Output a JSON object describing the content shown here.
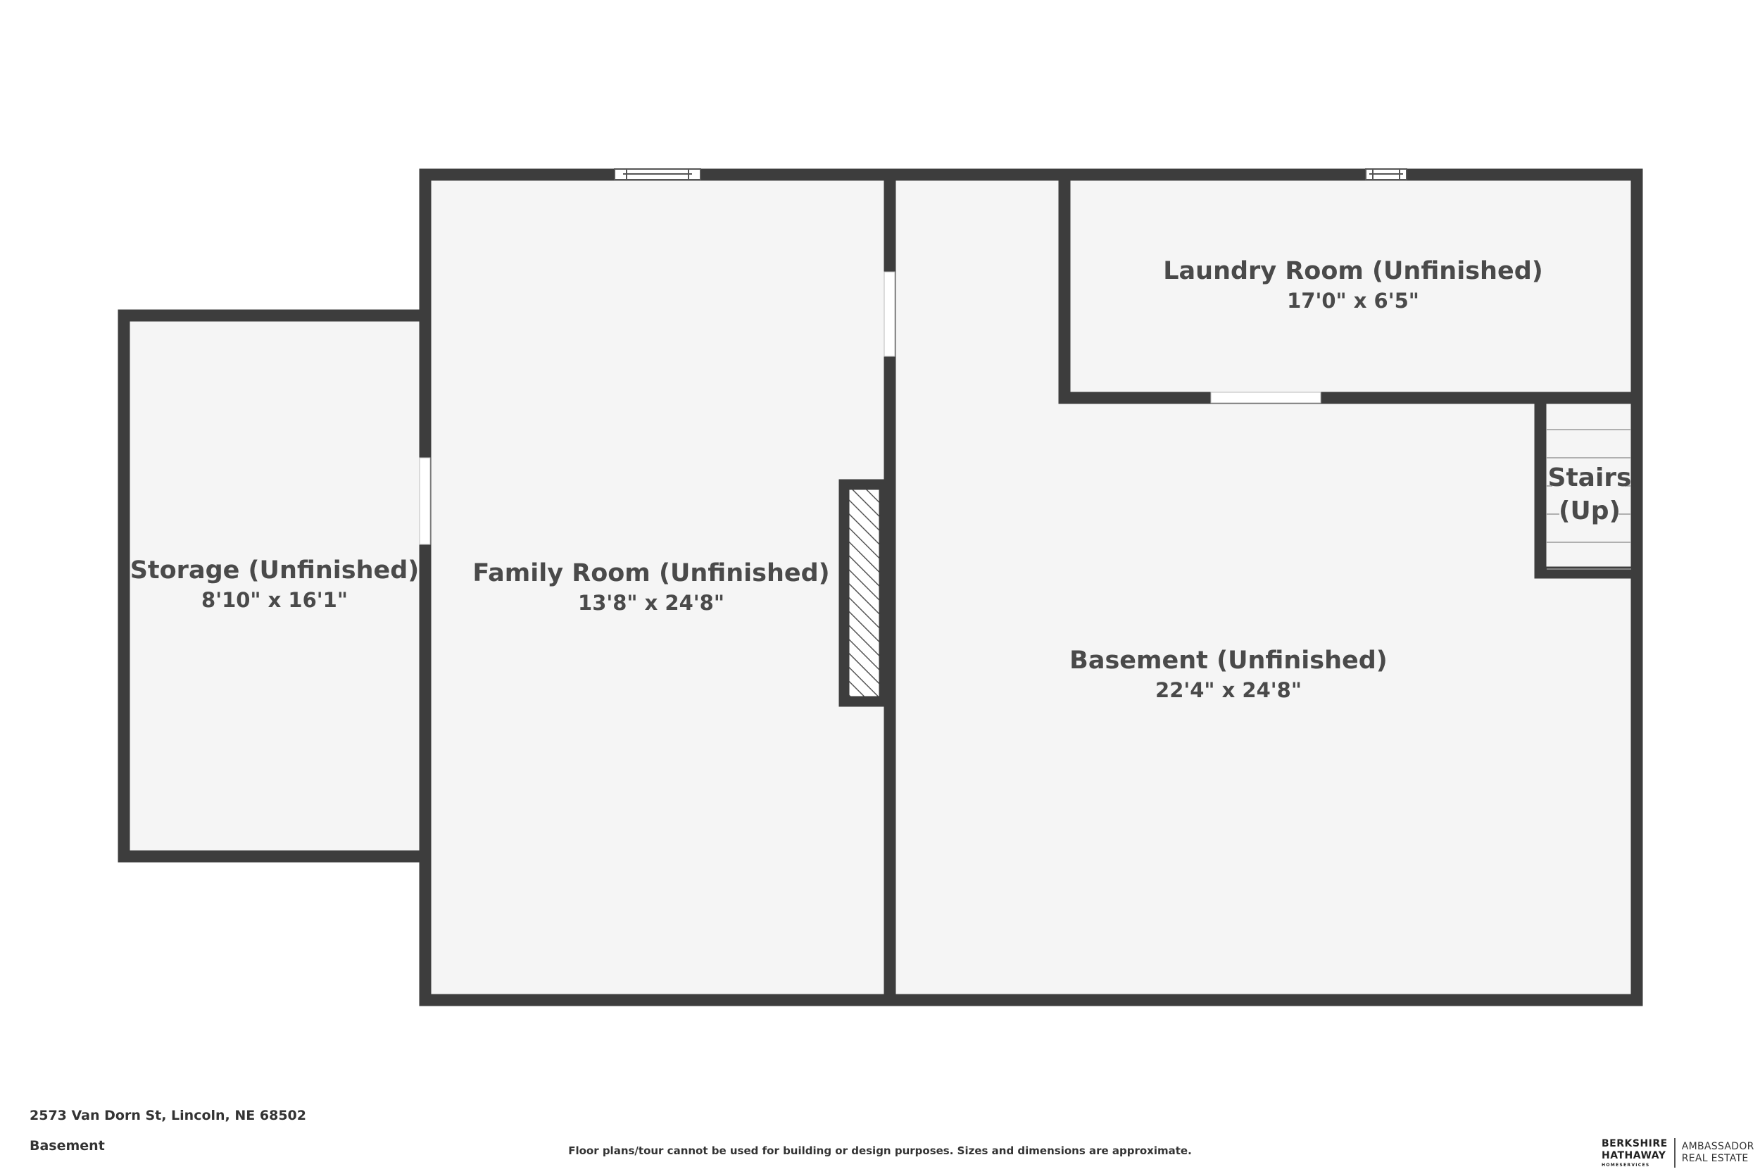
{
  "rooms": {
    "storage": {
      "name": "Storage (Unfinished)",
      "dims": "8'10\" x 16'1\""
    },
    "family": {
      "name": "Family Room (Unfinished)",
      "dims": "13'8\" x 24'8\""
    },
    "laundry": {
      "name": "Laundry Room (Unfinished)",
      "dims": "17'0\" x 6'5\""
    },
    "basement": {
      "name": "Basement (Unfinished)",
      "dims": "22'4\" x 24'8\""
    },
    "stairs": {
      "line1": "Stairs",
      "line2": "(Up)"
    }
  },
  "footer": {
    "address": "2573 Van Dorn St, Lincoln, NE 68502",
    "floor": "Basement",
    "disclaimer": "Floor plans/tour cannot be used for building or design purposes. Sizes and dimensions are approximate."
  },
  "brand": {
    "line1": "BERKSHIRE",
    "line2": "HATHAWAY",
    "line3": "HOMESERVICES",
    "right1": "AMBASSADOR",
    "right2": "REAL ESTATE"
  },
  "colors": {
    "wall": "#3d3d3d",
    "floor": "#f5f5f5",
    "text": "#4a4a4a"
  }
}
